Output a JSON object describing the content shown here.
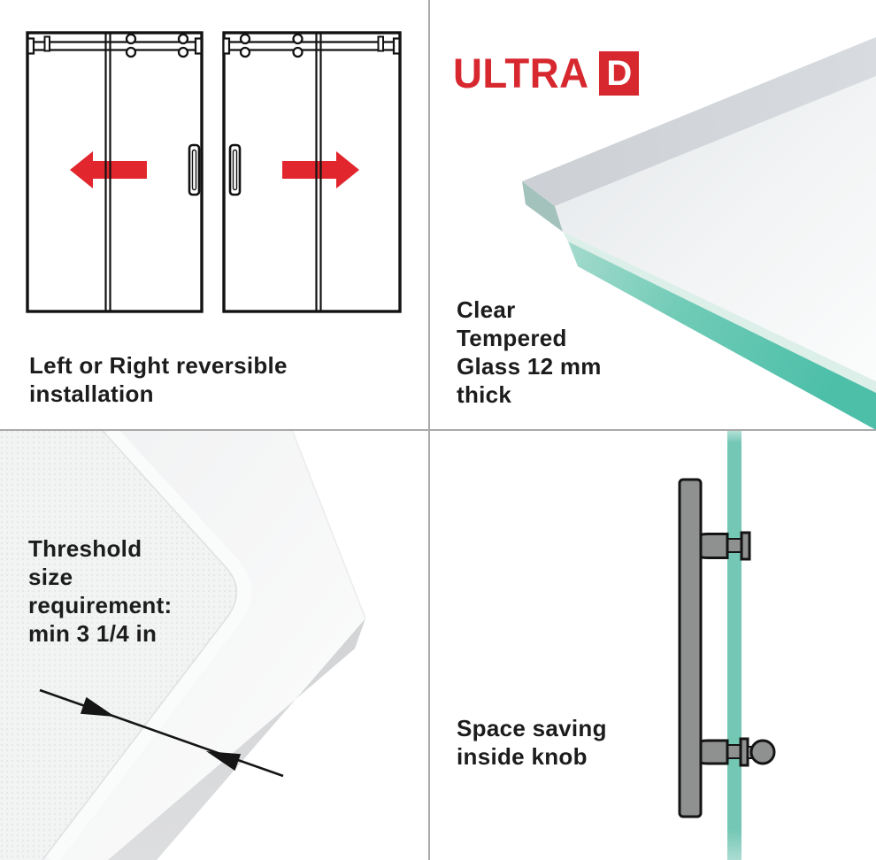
{
  "brand": {
    "prefix": "ULTRA",
    "boxed_letter": "D"
  },
  "colors": {
    "logo_red": "#d7282f",
    "arrow_red": "#e2262e",
    "glass_teal": "#73c6b4",
    "glass_edge_teal_dark": "#4dbfa9",
    "handle_gray": "#8f9090",
    "divider_gray": "#a9a9a9",
    "text": "#1c1c1c"
  },
  "features": {
    "reversible": {
      "caption": "Left or Right reversible\ninstallation"
    },
    "glass": {
      "caption": "Clear\nTempered\nGlass 12 mm\nthick"
    },
    "threshold": {
      "caption": "Threshold\nsize\nrequirement:\nmin 3 1/4 in"
    },
    "knob": {
      "caption": "Space saving\ninside knob"
    }
  }
}
